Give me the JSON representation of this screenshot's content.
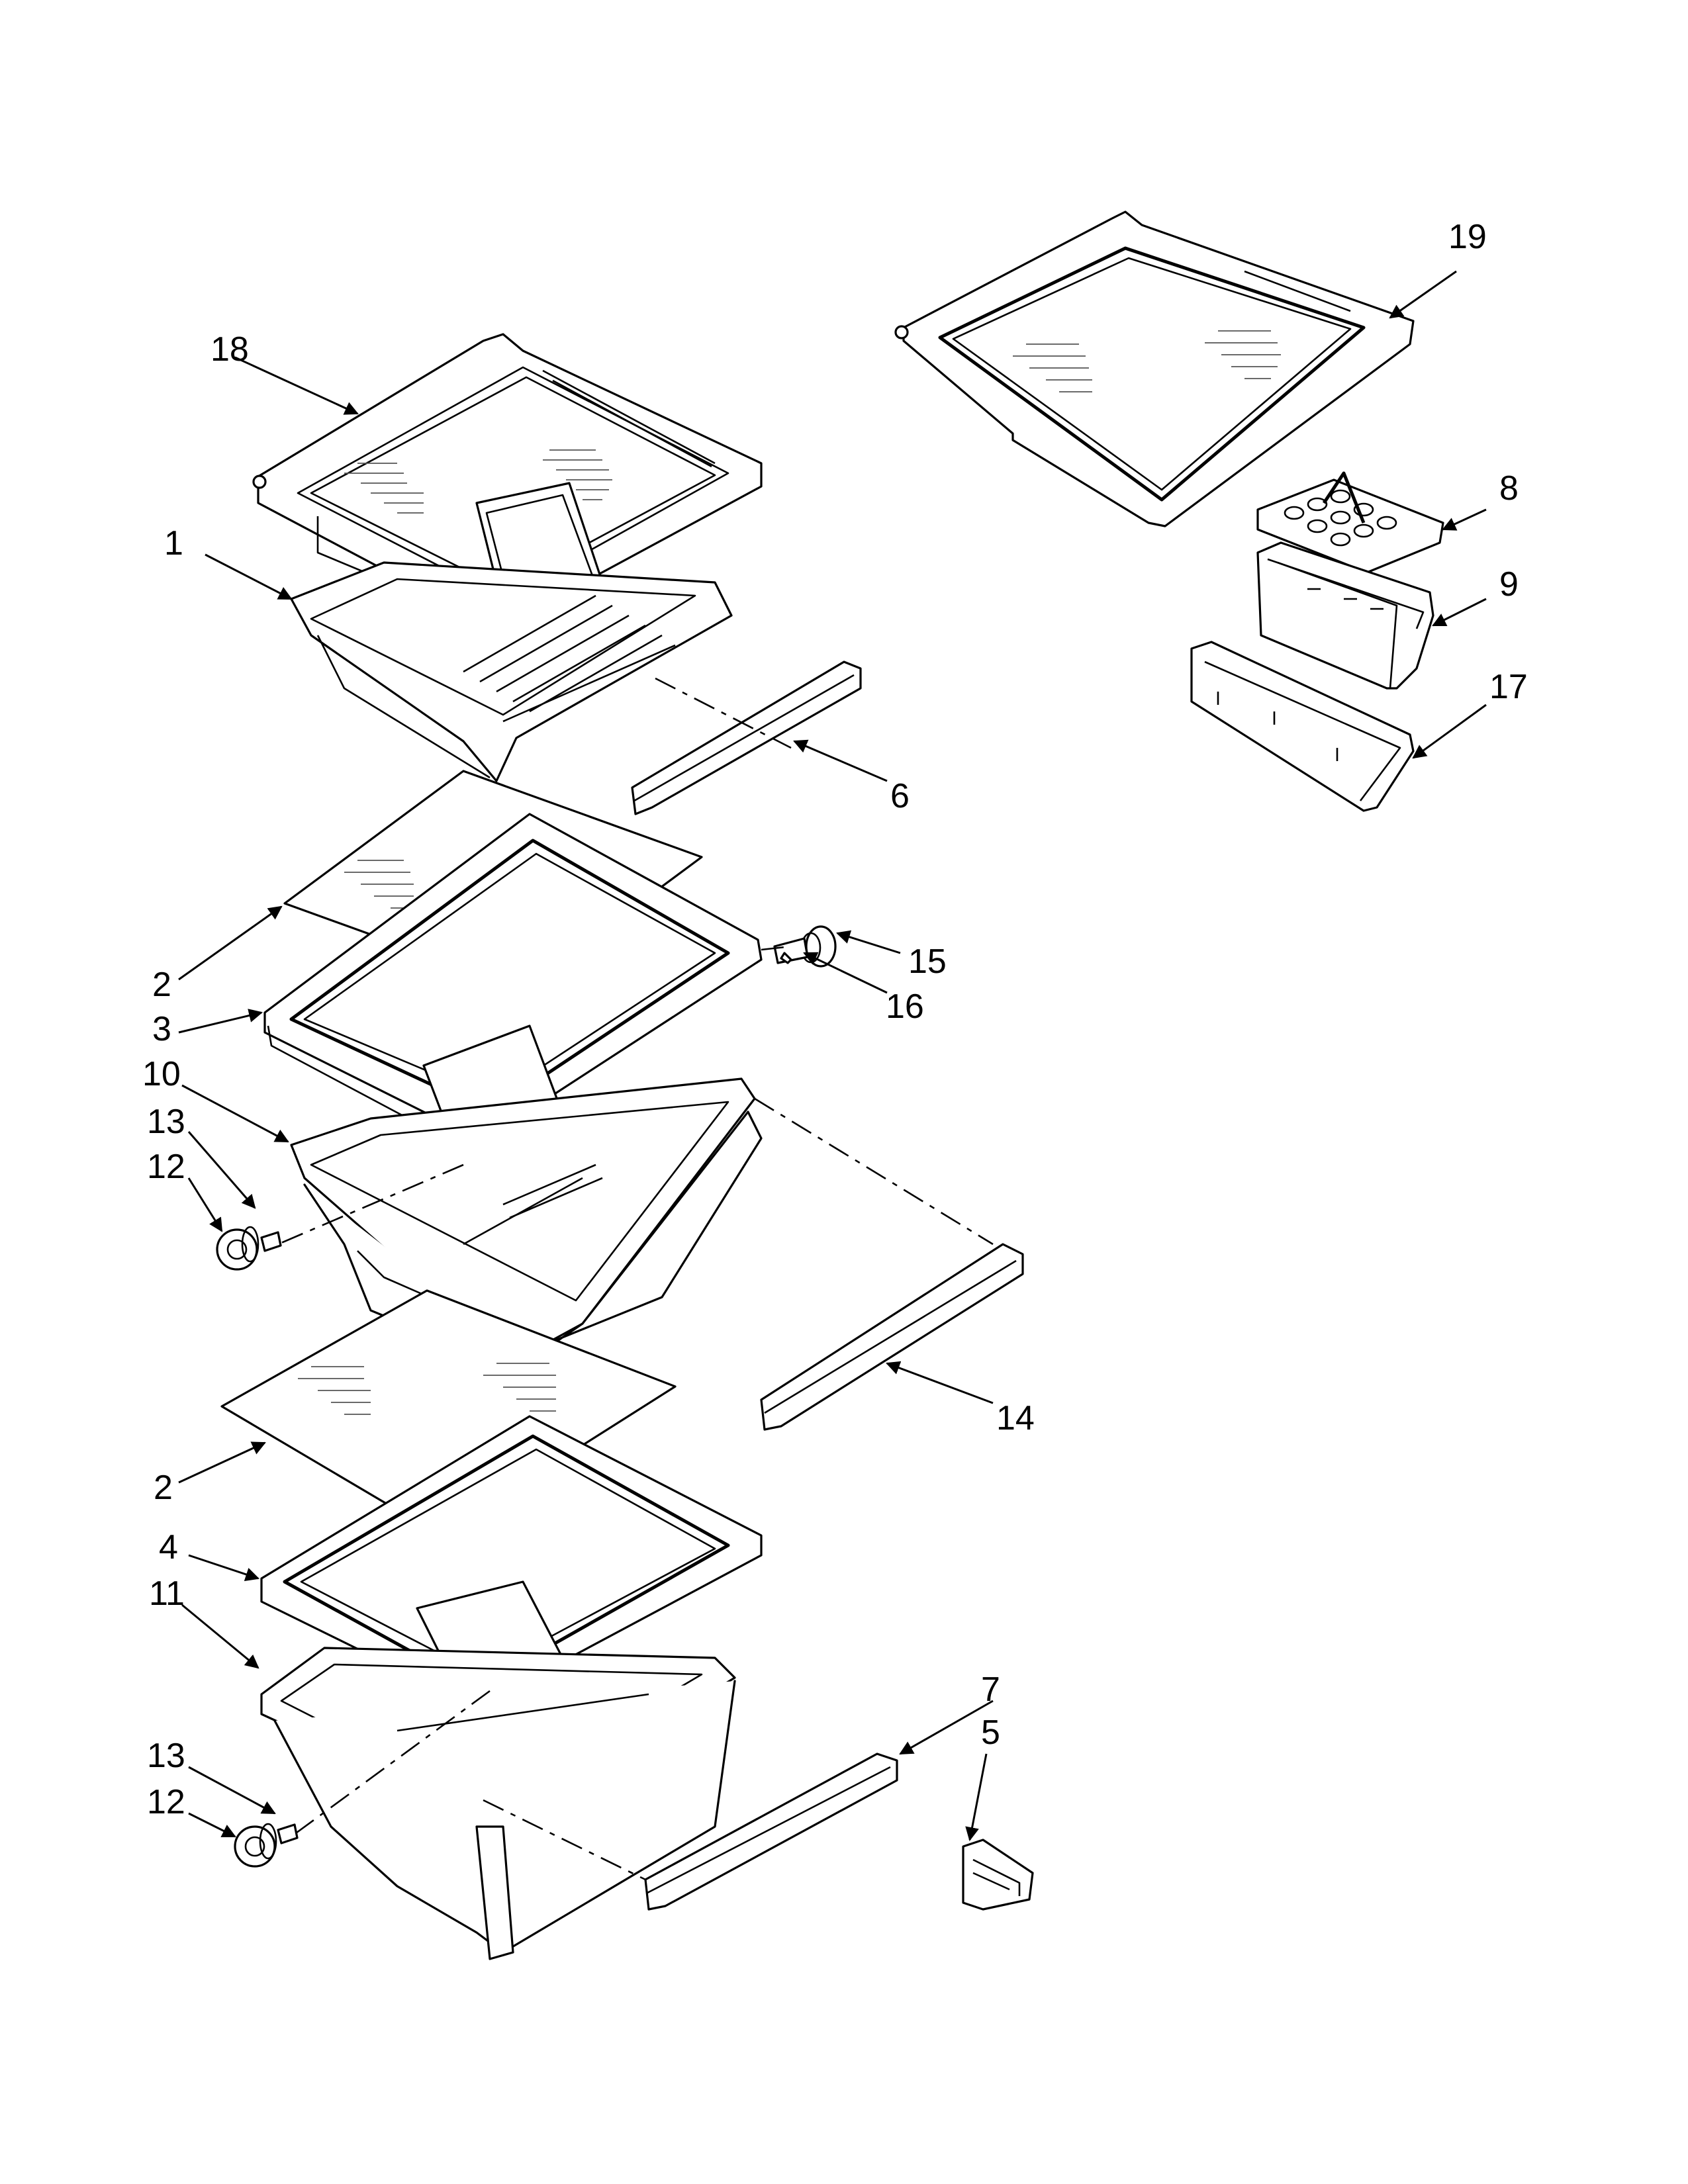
{
  "diagram": {
    "callouts": [
      {
        "id": "c18",
        "label": "18"
      },
      {
        "id": "c1",
        "label": "1"
      },
      {
        "id": "c6",
        "label": "6"
      },
      {
        "id": "c2a",
        "label": "2"
      },
      {
        "id": "c3",
        "label": "3"
      },
      {
        "id": "c15",
        "label": "15"
      },
      {
        "id": "c16",
        "label": "16"
      },
      {
        "id": "c10",
        "label": "10"
      },
      {
        "id": "c13a",
        "label": "13"
      },
      {
        "id": "c12a",
        "label": "12"
      },
      {
        "id": "c14",
        "label": "14"
      },
      {
        "id": "c2b",
        "label": "2"
      },
      {
        "id": "c4",
        "label": "4"
      },
      {
        "id": "c11",
        "label": "11"
      },
      {
        "id": "c13b",
        "label": "13"
      },
      {
        "id": "c12b",
        "label": "12"
      },
      {
        "id": "c7",
        "label": "7"
      },
      {
        "id": "c5",
        "label": "5"
      },
      {
        "id": "c19",
        "label": "19"
      },
      {
        "id": "c8",
        "label": "8"
      },
      {
        "id": "c9",
        "label": "9"
      },
      {
        "id": "c17",
        "label": "17"
      }
    ]
  }
}
